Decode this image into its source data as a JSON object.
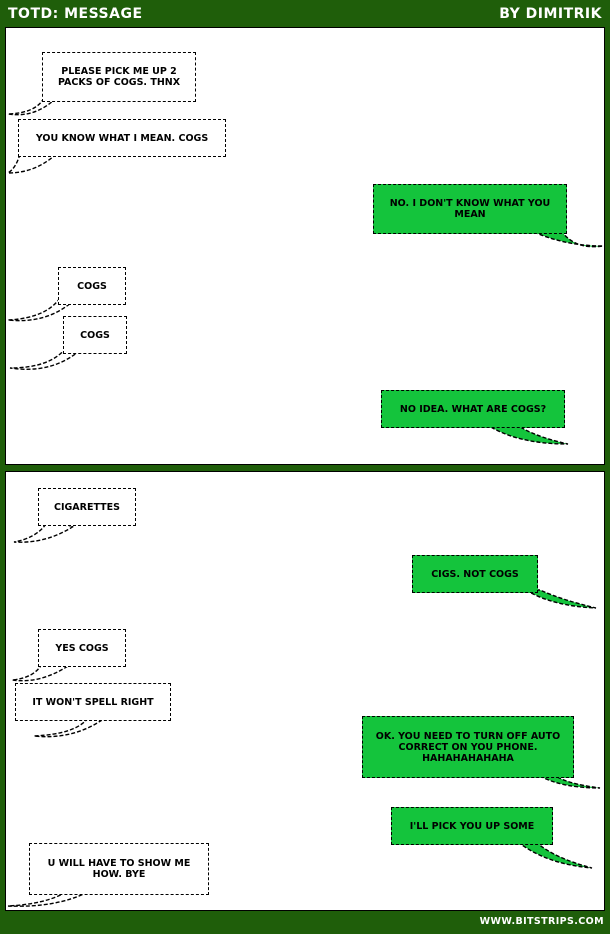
{
  "header": {
    "title": "TOTD: MESSAGE",
    "author": "BY DIMITRIK"
  },
  "panels": [
    {
      "messages": [
        {
          "sender": "them",
          "text": "PLEASE PICK ME UP 2 PACKS OF COGS. THNX"
        },
        {
          "sender": "them",
          "text": "YOU KNOW WHAT I MEAN. COGS"
        },
        {
          "sender": "me",
          "text": "NO. I DON'T KNOW WHAT YOU MEAN"
        },
        {
          "sender": "them",
          "text": "COGS"
        },
        {
          "sender": "them",
          "text": "COGS"
        },
        {
          "sender": "me",
          "text": "NO IDEA. WHAT ARE COGS?"
        }
      ]
    },
    {
      "messages": [
        {
          "sender": "them",
          "text": "CIGARETTES"
        },
        {
          "sender": "me",
          "text": "CIGS. NOT COGS"
        },
        {
          "sender": "them",
          "text": "YES COGS"
        },
        {
          "sender": "them",
          "text": "IT WON'T SPELL RIGHT"
        },
        {
          "sender": "me",
          "text": "OK. YOU NEED TO TURN OFF AUTO CORRECT ON YOU PHONE. HAHAHAHAHAHA"
        },
        {
          "sender": "me",
          "text": "I'LL PICK YOU UP SOME"
        },
        {
          "sender": "them",
          "text": "U WILL HAVE TO SHOW ME HOW. BYE"
        }
      ]
    }
  ],
  "footer": {
    "site": "WWW.BITSTRIPS.COM"
  },
  "colors": {
    "background": "#1f5e0a",
    "panel": "#ffffff",
    "outgoing_bubble": "#14c43c",
    "incoming_bubble": "#ffffff",
    "border": "#000000"
  }
}
